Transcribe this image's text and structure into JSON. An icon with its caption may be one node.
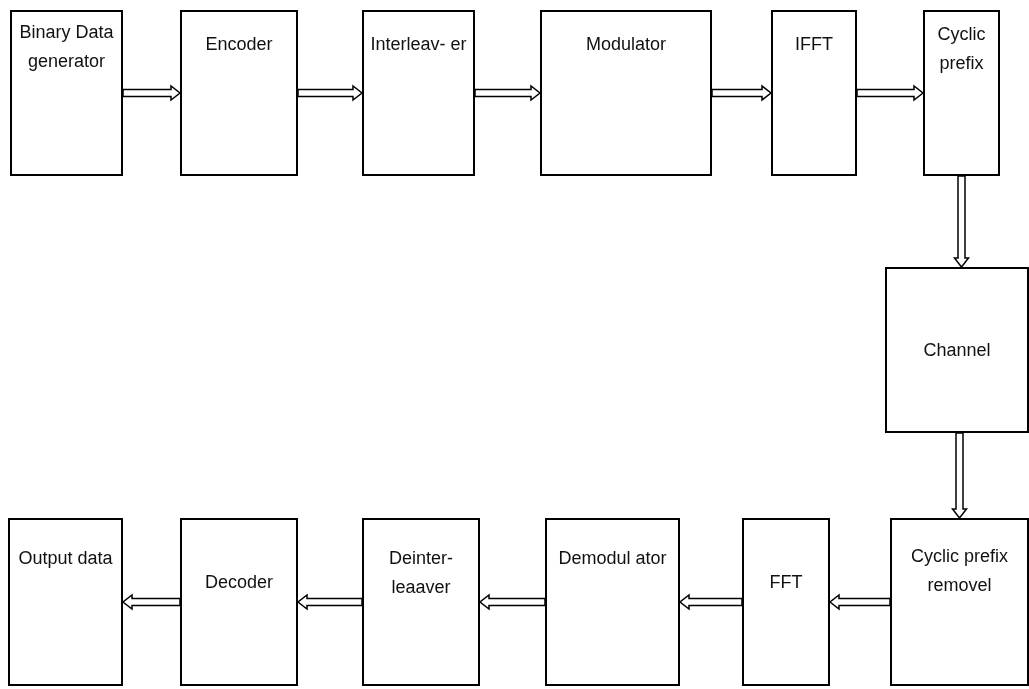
{
  "diagram": {
    "nodes": [
      {
        "text": [
          "Binary Data generator"
        ]
      },
      {
        "text": [
          "Encoder"
        ]
      },
      {
        "text": [
          "Interleav- er"
        ]
      },
      {
        "text": [
          "Modulator"
        ]
      },
      {
        "text": [
          "IFFT"
        ]
      },
      {
        "text": [
          "Cyclic prefix"
        ]
      },
      {
        "text": [
          "Channel"
        ]
      },
      {
        "text": [
          "Cyclic prefix removel"
        ]
      },
      {
        "text": [
          "FFT"
        ]
      },
      {
        "text": [
          "Demodul ator"
        ]
      },
      {
        "text": [
          "Deinter- leaaver"
        ]
      },
      {
        "text": [
          "Decoder"
        ]
      },
      {
        "text": [
          "Output data"
        ]
      }
    ],
    "edges": [
      {
        "from": 0,
        "to": 1,
        "arrow": "to"
      },
      {
        "from": 1,
        "to": 2,
        "arrow": "to"
      },
      {
        "from": 2,
        "to": 3,
        "arrow": "to"
      },
      {
        "from": 3,
        "to": 4,
        "arrow": "to"
      },
      {
        "from": 4,
        "to": 5,
        "arrow": "to"
      },
      {
        "from": 5,
        "to": 6,
        "arrow": "to"
      },
      {
        "from": 6,
        "to": 7,
        "arrow": "to"
      },
      {
        "from": 7,
        "to": 8,
        "arrow": "to"
      },
      {
        "from": 8,
        "to": 9,
        "arrow": "to"
      },
      {
        "from": 9,
        "to": 10,
        "arrow": "to"
      },
      {
        "from": 10,
        "to": 11,
        "arrow": "to"
      },
      {
        "from": 11,
        "to": 12,
        "arrow": "to"
      }
    ]
  }
}
